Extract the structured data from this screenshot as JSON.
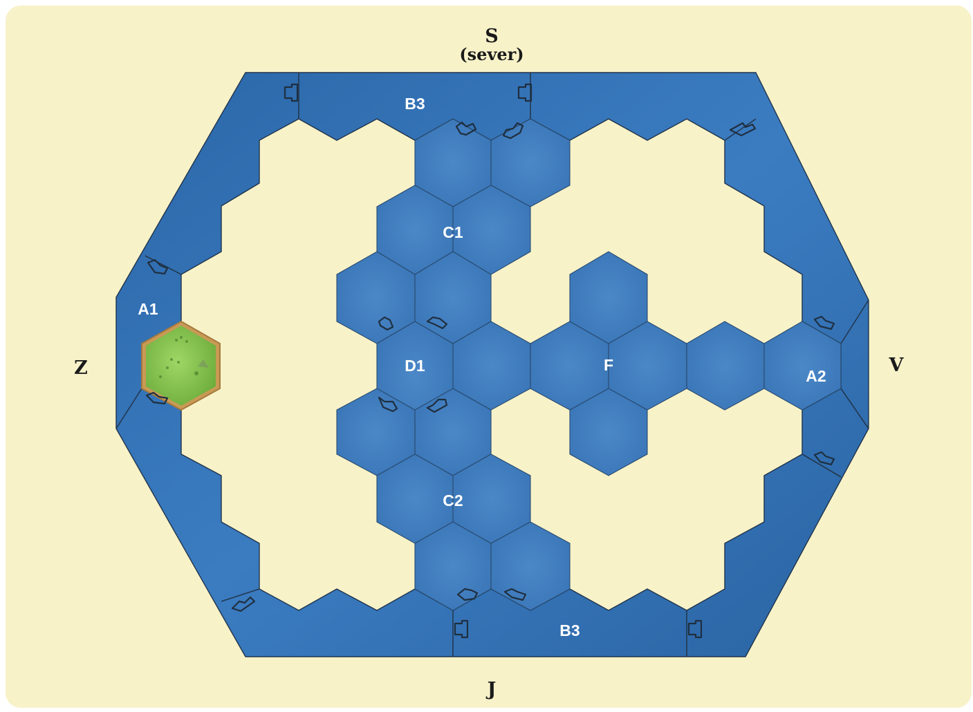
{
  "compass": {
    "north": "S",
    "north_sub": "(sever)",
    "south": "J",
    "west": "Z",
    "east": "V"
  },
  "tiles": {
    "b3_top": "B3",
    "b3_bottom": "B3",
    "a1": "A1",
    "a2": "A2",
    "c1": "C1",
    "c2": "C2",
    "d1": "D1",
    "f": "F"
  },
  "colors": {
    "background": "#f8f2c9",
    "sea": "#3d7cc0",
    "sea_dark": "#23598f",
    "island_grass": "#8ccb56",
    "island_border": "#c99a55"
  },
  "icons": {
    "island": "grass-island-hex",
    "connector": "frame-clip-icon"
  }
}
